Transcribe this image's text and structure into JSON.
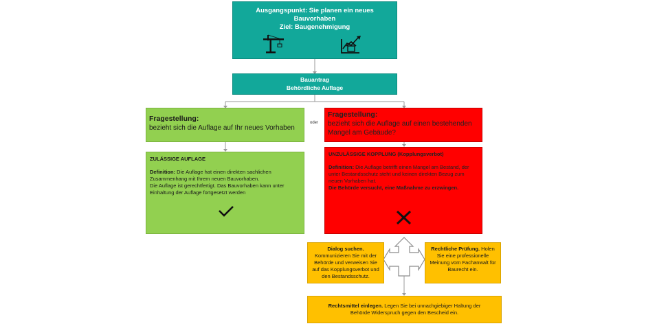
{
  "start": {
    "line1": "Ausgangspunkt: Sie planen ein neues",
    "line2": "Bauvorhaben",
    "line3": "Ziel: Baugenehmigung",
    "icons": [
      "crane-icon",
      "house-chart-icon"
    ]
  },
  "antrag": {
    "line1": "Bauantrag",
    "line2": "Behördliche Auflage"
  },
  "connector_label": "oder",
  "green_question": {
    "heading": "Fragestellung:",
    "text": "bezieht sich die Auflage auf Ihr neues Vorhaben"
  },
  "red_question": {
    "heading": "Fragestellung:",
    "text": "bezieht sich die Auflage auf einen bestehenden Mangel am Gebäude?"
  },
  "zulaessig": {
    "title": "ZULÄSSIGE AUFLAGE",
    "def_label": "Definition:",
    "def_text": " Die Auflage hat einen direkten sachlichen Zusammenhang mit Ihrem neuen Bauvorhaben.",
    "text2": "Die Auflage ist gerechtfertigt. Das Bauvorhaben kann unter Einhaltung der Auflage fortgesetzt werden",
    "icon": "checkmark-icon"
  },
  "unzulaessig": {
    "title": "UNZULÄSSIGE KOPPLUNG (Kopplungsverbot)",
    "def_label": "Definition:",
    "def_text": " Die Auflage betrifft einen Mangel am Bestand, der unter Bestandsschutz steht und keinen direkten Bezug zum neuen Vorhaben hat.",
    "text2": "Die Behörde versucht, eine Maßnahme zu erzwingen.",
    "icon": "cross-icon"
  },
  "dialog": {
    "bold": "Dialog suchen.",
    "text": " Kommunizieren Sie mit der Behörde und verweisen Sie auf das Kopplungsverbot und den Bestandsschutz."
  },
  "pruefung": {
    "bold": "Rechtliche Prüfung.",
    "text": " Holen Sie eine professionelle Meinung vom Fachanwalt für Baurecht ein."
  },
  "rechtsmittel": {
    "bold": "Rechtsmittel einlegen.",
    "text": " Legen Sie bei unnachgiebiger Haltung der Behörde Widerspruch gegen den Bescheid ein."
  },
  "colors": {
    "teal": "#12a89a",
    "green": "#92d050",
    "red": "#ff0000",
    "amber": "#ffc000"
  }
}
